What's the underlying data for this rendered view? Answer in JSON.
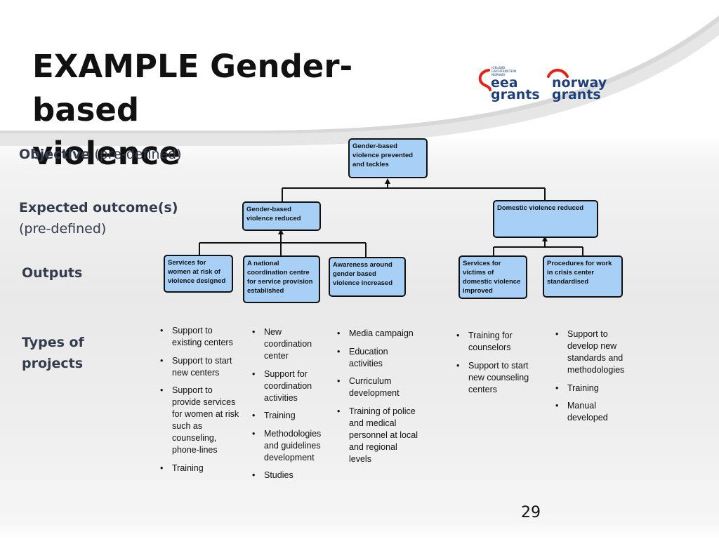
{
  "slide": {
    "title_line1": "EXAMPLE Gender-based",
    "title_line2": "violence",
    "page_number": "29"
  },
  "logos": {
    "eea": {
      "small_text": "ICELAND LIECHTENSTEIN NORWAY",
      "line1": "eea",
      "line2": "grants"
    },
    "norway": {
      "line1": "norway",
      "line2": "grants"
    }
  },
  "rows": {
    "objective": {
      "bold": "Objective",
      "rest": " (pre-defined)"
    },
    "outcome": {
      "bold": "Expected outcome(s)",
      "rest": "(pre-defined)"
    },
    "outputs": {
      "bold": "Outputs"
    },
    "types": {
      "bold_line1": "Types of",
      "bold_line2": "projects"
    }
  },
  "diagram": {
    "objective_box": "Gender-based violence prevented and tackles",
    "outcomes": [
      "Gender-based violence reduced",
      "Domestic violence reduced"
    ],
    "outputs": [
      "Services for women at risk of violence designed",
      "A national coordination centre for service provision established",
      "Awareness around gender based violence increased",
      "Services for victims of domestic violence improved",
      "Procedures for work in crisis center standardised"
    ]
  },
  "project_types": [
    [
      "Support to existing centers",
      "Support to start new centers",
      "Support to provide services for women at risk such as counseling, phone-lines",
      "Training"
    ],
    [
      "New coordination center",
      "Support for coordination activities",
      "Training",
      "Methodologies and guidelines development",
      "Studies"
    ],
    [
      "Media campaign",
      "Education activities",
      "Curriculum development",
      "Training of police and medical personnel at local and regional levels"
    ],
    [
      "Training for counselors",
      "Support to start new counseling centers"
    ],
    [
      "Support to develop new standards and methodologies",
      "Training",
      "Manual developed"
    ]
  ],
  "colors": {
    "box_fill": "#a8d0f6",
    "eea_red": "#e2231a",
    "logo_navy": "#1d3f7a"
  },
  "icons": [
    "eea-grants-logo",
    "norway-grants-logo",
    "arrow-up-icon"
  ]
}
